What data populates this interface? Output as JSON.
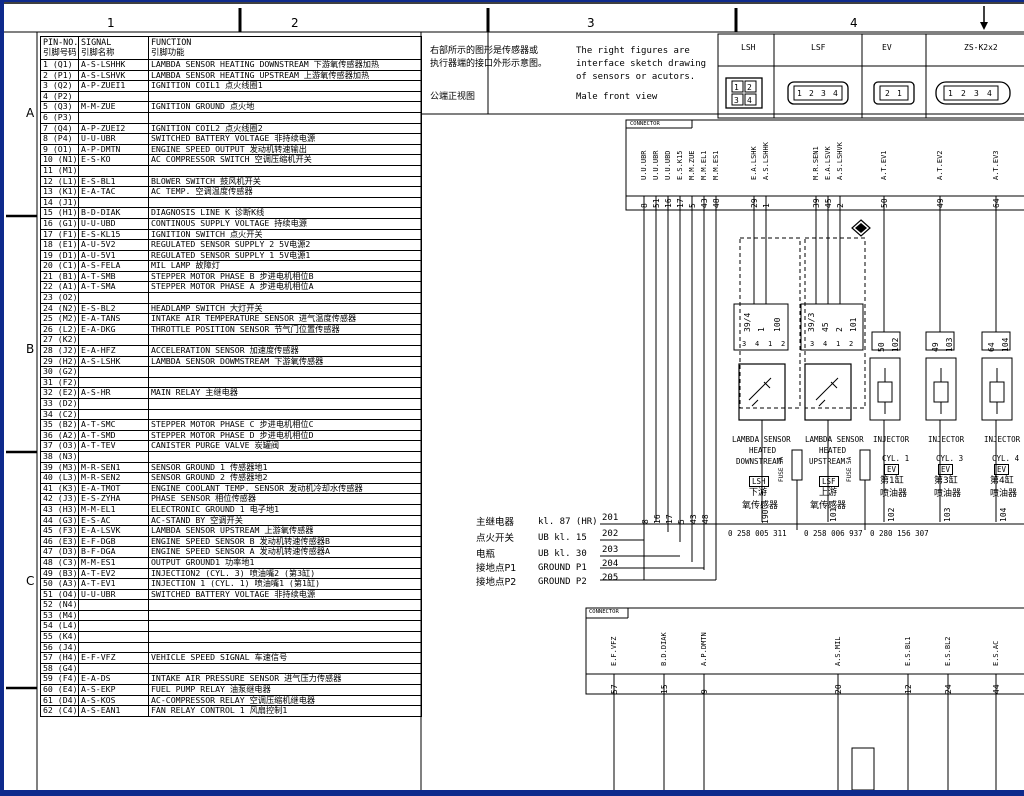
{
  "columns": [
    "1",
    "2",
    "3",
    "4"
  ],
  "rows": [
    "A",
    "B",
    "C"
  ],
  "table": {
    "header": [
      [
        "PIN-NO.",
        "引脚号码"
      ],
      [
        "SIGNAL",
        "引脚名称"
      ],
      [
        "FUNCTION",
        "引脚功能"
      ]
    ],
    "pins": [
      [
        "1 (Q1)",
        "A-S-LSHHK",
        "LAMBDA SENSOR HEATING DOWNSTREAM 下游氧传感器加热"
      ],
      [
        "2 (P1)",
        "A-S-LSHVK",
        "LAMBDA SENSOR HEATING UPSTREAM 上游氧传感器加热"
      ],
      [
        "3 (Q2)",
        "A-P-ZUEI1",
        "IGNITION COIL1 点火线圈1"
      ],
      [
        "4 (P2)",
        "",
        ""
      ],
      [
        "5 (Q3)",
        "M-M-ZUE",
        "IGNITION GROUND 点火地"
      ],
      [
        "6 (P3)",
        "",
        ""
      ],
      [
        "7 (Q4)",
        "A-P-ZUEI2",
        "IGNITION COIL2 点火线圈2"
      ],
      [
        "8 (P4)",
        "U-U-UBR",
        "SWITCHED BATTERY VOLTAGE 非持续电源"
      ],
      [
        "9 (O1)",
        "A-P-DMTN",
        "ENGINE SPEED OUTPUT 发动机转速输出"
      ],
      [
        "10 (N1)",
        "E-S-KO",
        "AC COMPRESSOR SWITCH 空调压缩机开关"
      ],
      [
        "11 (M1)",
        "",
        ""
      ],
      [
        "12 (L1)",
        "E-S-BL1",
        "BLOWER SWITCH 鼓风机开关"
      ],
      [
        "13 (K1)",
        "E-A-TAC",
        "AC TEMP. 空调温度传感器"
      ],
      [
        "14 (J1)",
        "",
        ""
      ],
      [
        "15 (H1)",
        "B-D-DIAK",
        "DIAGNOSIS LINE K 诊断K线"
      ],
      [
        "16 (G1)",
        "U-U-UBD",
        "CONTINOUS SUPPLY VOLTAGE 持续电源"
      ],
      [
        "17 (F1)",
        "E-S-KL15",
        "IGNITION SWITCH 点火开关"
      ],
      [
        "18 (E1)",
        "A-U-5V2",
        "REGULATED SENSOR SUPPLY 2 5V电源2"
      ],
      [
        "19 (D1)",
        "A-U-5V1",
        "REGULATED SENSOR SUPPLY 1 5V电源1"
      ],
      [
        "20 (C1)",
        "A-S-FELA",
        "MIL LAMP 故障灯"
      ],
      [
        "21 (B1)",
        "A-T-SMB",
        "STEPPER MOTOR PHASE B 步进电机相位B"
      ],
      [
        "22 (A1)",
        "A-T-SMA",
        "STEPPER MOTOR PHASE A 步进电机相位A"
      ],
      [
        "23 (O2)",
        "",
        ""
      ],
      [
        "24 (N2)",
        "E-S-BL2",
        "HEADLAMP SWITCH 大灯开关"
      ],
      [
        "25 (M2)",
        "E-A-TANS",
        "INTAKE AIR TEMPERATURE SENSOR 进气温度传感器"
      ],
      [
        "26 (L2)",
        "E-A-DKG",
        "THROTTLE POSITION SENSOR 节气门位置传感器"
      ],
      [
        "27 (K2)",
        "",
        ""
      ],
      [
        "28 (J2)",
        "E-A-HFZ",
        "ACCELERATION SENSOR 加速度传感器"
      ],
      [
        "29 (H2)",
        "A-S-LSHK",
        "LAMBDA SENSOR DOWMSTREAM 下游氧传感器"
      ],
      [
        "30 (G2)",
        "",
        ""
      ],
      [
        "31 (F2)",
        "",
        ""
      ],
      [
        "32 (E2)",
        "A-S-HR",
        "MAIN RELAY 主继电器"
      ],
      [
        "33 (D2)",
        "",
        ""
      ],
      [
        "34 (C2)",
        "",
        ""
      ],
      [
        "35 (B2)",
        "A-T-SMC",
        "STEPPER MOTOR PHASE C 步进电机相位C"
      ],
      [
        "36 (A2)",
        "A-T-SMD",
        "STEPPER MOTOR PHASE D 步进电机相位D"
      ],
      [
        "37 (O3)",
        "A-T-TEV",
        "CANISTER PURGE VALVE 炭罐阀"
      ],
      [
        "38 (N3)",
        "",
        ""
      ],
      [
        "39 (M3)",
        "M-R-SEN1",
        "SENSOR GROUND 1 传感器地1"
      ],
      [
        "40 (L3)",
        "M-R-SEN2",
        "SENSOR GROUND 2 传感器地2"
      ],
      [
        "41 (K3)",
        "E-A-TMOT",
        "ENGINE COOLANT TEMP. SENSOR 发动机冷却水传感器"
      ],
      [
        "42 (J3)",
        "E-S-ZYHA",
        "PHASE SENSOR 相位传感器"
      ],
      [
        "43 (H3)",
        "M-M-EL1",
        "ELECTRONIC GROUND 1 电子地1"
      ],
      [
        "44 (G3)",
        "E-S-AC",
        "AC-STAND BY 空调开关"
      ],
      [
        "45 (F3)",
        "E-A-LSVK",
        "LAMBDA SENSOR UPSTREAM 上游氧传感器"
      ],
      [
        "46 (E3)",
        "E-F-DGB",
        "ENGINE SPEED SENSOR B 发动机转速传感器B"
      ],
      [
        "47 (D3)",
        "B-F-DGA",
        "ENGINE SPEED SENSOR A 发动机转速传感器A"
      ],
      [
        "48 (C3)",
        "M-M-ES1",
        "OUTPUT GROUND1 功率地1"
      ],
      [
        "49 (B3)",
        "A-T-EV2",
        "INJECTION2 (CYL. 3) 喷油嘴2 (第3缸)"
      ],
      [
        "50 (A3)",
        "A-T-EV1",
        "INJECTION 1 (CYL. 1) 喷油嘴1 (第1缸)"
      ],
      [
        "51 (O4)",
        "U-U-UBR",
        "SWITCHED BATTERY VOLTAGE 非持续电源"
      ],
      [
        "52 (N4)",
        "",
        ""
      ],
      [
        "53 (M4)",
        "",
        ""
      ],
      [
        "54 (L4)",
        "",
        ""
      ],
      [
        "55 (K4)",
        "",
        ""
      ],
      [
        "56 (J4)",
        "",
        ""
      ],
      [
        "57 (H4)",
        "E-F-VFZ",
        "VEHICLE SPEED SIGNAL 车速信号"
      ],
      [
        "58 (G4)",
        "",
        ""
      ],
      [
        "59 (F4)",
        "E-A-DS",
        "INTAKE AIR PRESSURE SENSOR 进气压力传感器"
      ],
      [
        "60 (E4)",
        "A-S-EKP",
        "FUEL PUMP RELAY 油泵继电器"
      ],
      [
        "61 (D4)",
        "A-S-KOS",
        "AC-COMPRESSOR RELAY 空调压缩机继电器"
      ],
      [
        "62 (C4)",
        "A-S-EAN1",
        "FAN RELAY CONTROL 1 风扇控制1"
      ]
    ]
  },
  "note": {
    "cn_line1": "右部所示的图形是传感器或",
    "cn_line2": "执行器端的接口外形示意图。",
    "cn_line3": "公端正视图",
    "en_line1": "The right figures are",
    "en_line2": "interface sketch drawing",
    "en_line3": "of sensors or acutors.",
    "en_line4": "Male front view"
  },
  "connectors_legend": [
    {
      "name": "LSH",
      "pins": [
        "1",
        "2",
        "3",
        "4"
      ]
    },
    {
      "name": "LSF",
      "pins": [
        "1",
        "2",
        "3",
        "4"
      ]
    },
    {
      "name": "EV",
      "pins": [
        "2",
        "1"
      ]
    },
    {
      "name": "ZS-K2x2",
      "pins": [
        "1",
        "2",
        "3",
        "4"
      ]
    }
  ],
  "schematic": {
    "connector_label": "CONNECTOR",
    "top_signals": [
      "U.U.UBR",
      "U.U.UBR",
      "U.U.UBD",
      "E.S.K15",
      "M.M.ZUE",
      "M.M.EL1",
      "M.M.ES1",
      "E.A.LSHK",
      "A.S.LSHHK",
      "M.R.SEN1",
      "E.A.LSVK",
      "A.S.LSHVK",
      "A.T.EV1",
      "A.T.EV2",
      "A.T.EV3"
    ],
    "top_pins": [
      "8",
      "51",
      "16",
      "17",
      "5",
      "43",
      "48",
      "29",
      "1",
      "39",
      "45",
      "2",
      "50",
      "49",
      "64"
    ],
    "sensor_pins_a": [
      "39/4",
      "1",
      "100"
    ],
    "sensor_pins_b": [
      "39/3",
      "45",
      "2",
      "101"
    ],
    "inj_pins_1": [
      "50",
      "102"
    ],
    "inj_pins_2": [
      "49",
      "103"
    ],
    "inj_pins_3": [
      "64",
      "104"
    ],
    "pin_diagram_labels": [
      "3",
      "4",
      "1",
      "2"
    ],
    "lsh": {
      "title": "LAMBDA SENSOR",
      "sub1": "HEATED",
      "sub2": "DOWNSTREAM",
      "conn": "LSH",
      "cn": "下游",
      "cn2": "氧传感器"
    },
    "lsf": {
      "title": "LAMBDA SENSOR",
      "sub1": "HEATED",
      "sub2": "UPSTREAM",
      "conn": "LSF",
      "cn": "上游",
      "cn2": "氧传感器"
    },
    "inj1": {
      "title": "INJECTOR",
      "cyl": "CYL. 1",
      "conn": "EV",
      "cn": "第1缸",
      "cn2": "喷油器"
    },
    "inj2": {
      "title": "INJECTOR",
      "cyl": "CYL. 3",
      "conn": "EV",
      "cn": "第3缸",
      "cn2": "喷油器"
    },
    "inj3": {
      "title": "INJECTOR",
      "cyl": "CYL. 4",
      "conn": "EV",
      "cn": "第4缸",
      "cn2": "喷油器"
    },
    "fuse_a": "FUSE 5A",
    "fuse_b": "FUSE 5A",
    "part_numbers": [
      "0 258 005 311",
      "0 258 006 937",
      "0 280 156 307"
    ],
    "bottom_pins_lsh": [
      "8",
      "16",
      "17",
      "5",
      "43",
      "48",
      "190"
    ],
    "bottom_pins_lsf": [
      "101"
    ],
    "bottom_pins_inj": [
      "102",
      "103",
      "104"
    ],
    "power_lines": [
      {
        "cn": "主继电器",
        "en": "kl. 87 (HR)",
        "num": "201"
      },
      {
        "cn": "点火开关",
        "en": "UB kl. 15",
        "num": "202"
      },
      {
        "cn": "电瓶",
        "en": "UB kl. 30",
        "num": "203"
      },
      {
        "cn": "接地点P1",
        "en": "GROUND P1",
        "num": "204"
      },
      {
        "cn": "接地点P2",
        "en": "GROUND P2",
        "num": "205"
      }
    ],
    "connector2": {
      "label": "CONNECTOR",
      "signals": [
        "E.F.VFZ",
        "B.D.DIAK",
        "A.P.DMTN",
        "A.S.MIL",
        "E.S.BL1",
        "E.S.BL2",
        "E.S.AC"
      ],
      "pins": [
        "57",
        "15",
        "9",
        "20",
        "12",
        "24",
        "44"
      ]
    }
  },
  "colors": {
    "frame": "#0e2a8c",
    "paper": "#ffffff",
    "ink": "#000000"
  }
}
